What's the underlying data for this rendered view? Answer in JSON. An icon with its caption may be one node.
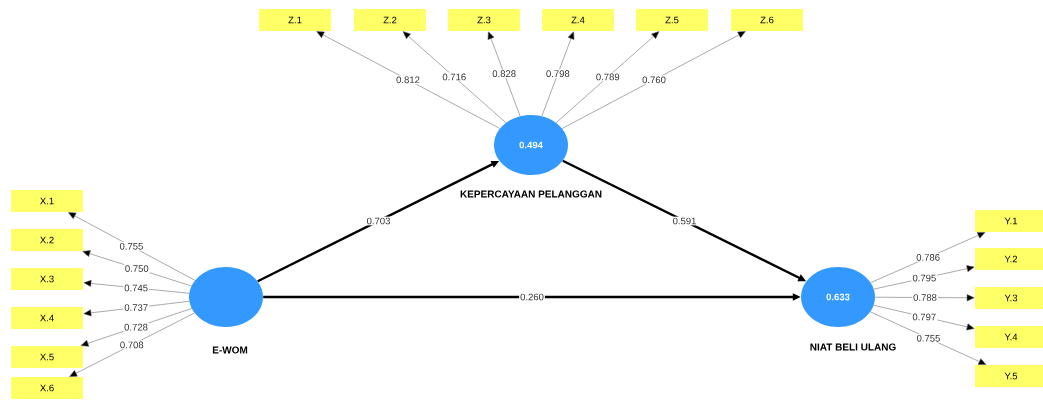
{
  "diagram": {
    "nodes": [
      {
        "text": [],
        "shape": "circle",
        "beside": [
          "E-WOM"
        ]
      },
      {
        "text": [
          "0.494"
        ],
        "beside": [
          "KEPERCAYAAN PELANGGAN"
        ]
      },
      {
        "text": [
          "0.633"
        ],
        "beside": [
          "NIAT BELI ULANG"
        ]
      },
      {
        "text": [
          "X.1"
        ]
      },
      {
        "text": [
          "X.2"
        ]
      },
      {
        "text": [
          "X.3"
        ]
      },
      {
        "text": [
          "X.4"
        ]
      },
      {
        "text": [
          "X.5"
        ]
      },
      {
        "text": [
          "X.6"
        ]
      },
      {
        "text": [
          "Z.1"
        ]
      },
      {
        "text": [
          "Z.2"
        ]
      },
      {
        "text": [
          "Z.3"
        ]
      },
      {
        "text": [
          "Z.4"
        ]
      },
      {
        "text": [
          "Z.5"
        ]
      },
      {
        "text": [
          "Z.6"
        ]
      },
      {
        "text": [
          "Y.1"
        ]
      },
      {
        "text": [
          "Y.2"
        ]
      },
      {
        "text": [
          "Y.3"
        ]
      },
      {
        "text": [
          "Y.4"
        ]
      },
      {
        "text": [
          "Y.5"
        ]
      }
    ],
    "edges": [
      {
        "from": 0,
        "to": 1,
        "arrow": "to",
        "label": "0.703",
        "style": "thick",
        "color": "#000000"
      },
      {
        "from": 1,
        "to": 2,
        "arrow": "to",
        "label": "0.591",
        "style": "thick",
        "color": "#000000"
      },
      {
        "from": 0,
        "to": 2,
        "arrow": "to",
        "label": "0.260",
        "style": "thick",
        "color": "#000000"
      },
      {
        "from": 0,
        "to": 3,
        "arrow": "to",
        "label": "0.755"
      },
      {
        "from": 0,
        "to": 4,
        "arrow": "to",
        "label": "0.750"
      },
      {
        "from": 0,
        "to": 5,
        "arrow": "to",
        "label": "0.745"
      },
      {
        "from": 0,
        "to": 6,
        "arrow": "to",
        "label": "0.737"
      },
      {
        "from": 0,
        "to": 7,
        "arrow": "to",
        "label": "0.728"
      },
      {
        "from": 0,
        "to": 8,
        "arrow": "to",
        "label": "0.708"
      },
      {
        "from": 1,
        "to": 9,
        "arrow": "to",
        "label": "0.812"
      },
      {
        "from": 1,
        "to": 10,
        "arrow": "to",
        "label": "0.716"
      },
      {
        "from": 1,
        "to": 11,
        "arrow": "to",
        "label": "0.828"
      },
      {
        "from": 1,
        "to": 12,
        "arrow": "to",
        "label": "0.798"
      },
      {
        "from": 1,
        "to": 13,
        "arrow": "to",
        "label": "0.789"
      },
      {
        "from": 1,
        "to": 14,
        "arrow": "to",
        "label": "0.760"
      },
      {
        "from": 2,
        "to": 15,
        "arrow": "to",
        "label": "0.786"
      },
      {
        "from": 2,
        "to": 16,
        "arrow": "to",
        "label": "0.795"
      },
      {
        "from": 2,
        "to": 17,
        "arrow": "to",
        "label": "0.788"
      },
      {
        "from": 2,
        "to": 18,
        "arrow": "to",
        "label": "0.797"
      },
      {
        "from": 2,
        "to": 19,
        "arrow": "to",
        "label": "0.755"
      }
    ]
  }
}
